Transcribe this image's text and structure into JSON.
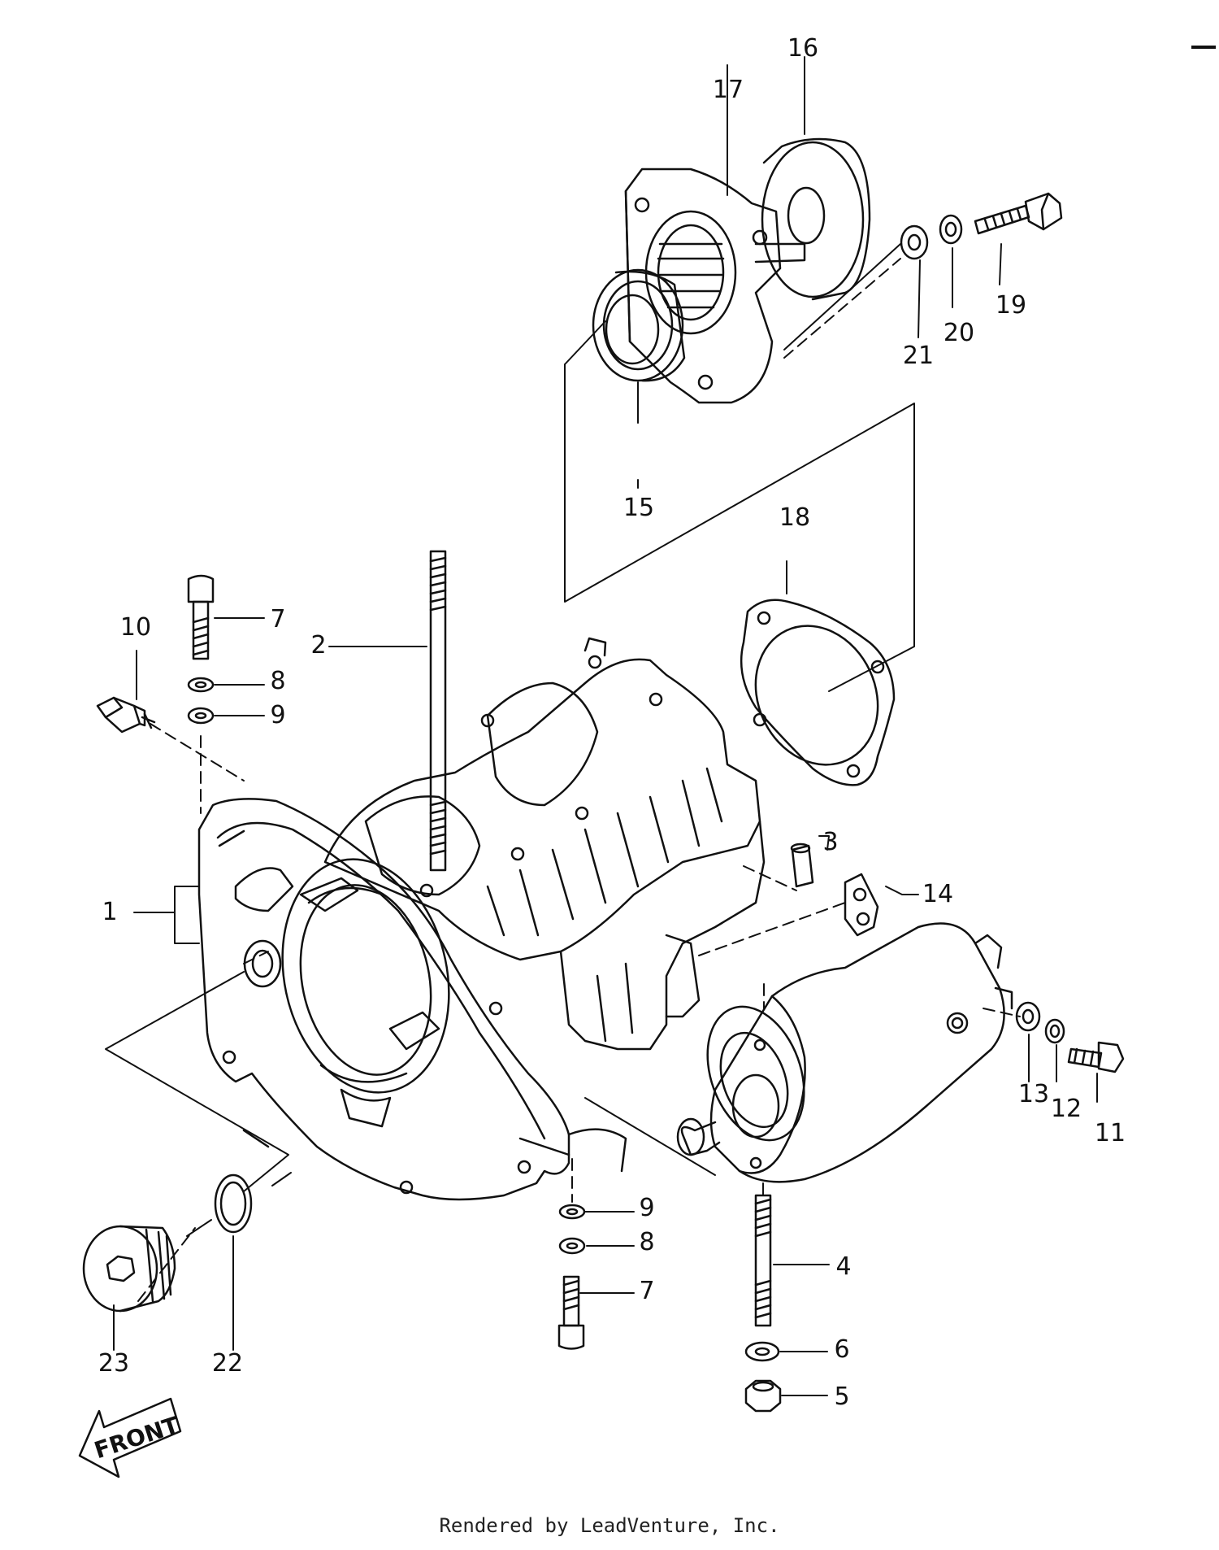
{
  "callouts": [
    {
      "id": "1",
      "text": "1"
    },
    {
      "id": "2",
      "text": "2"
    },
    {
      "id": "3",
      "text": "3"
    },
    {
      "id": "4",
      "text": "4"
    },
    {
      "id": "5",
      "text": "5"
    },
    {
      "id": "6",
      "text": "6"
    },
    {
      "id": "7a",
      "text": "7"
    },
    {
      "id": "7b",
      "text": "7"
    },
    {
      "id": "8a",
      "text": "8"
    },
    {
      "id": "8b",
      "text": "8"
    },
    {
      "id": "9a",
      "text": "9"
    },
    {
      "id": "9b",
      "text": "9"
    },
    {
      "id": "10",
      "text": "10"
    },
    {
      "id": "11",
      "text": "11"
    },
    {
      "id": "12",
      "text": "12"
    },
    {
      "id": "13",
      "text": "13"
    },
    {
      "id": "14",
      "text": "14"
    },
    {
      "id": "15",
      "text": "15"
    },
    {
      "id": "16",
      "text": "16"
    },
    {
      "id": "17",
      "text": "17"
    },
    {
      "id": "18",
      "text": "18"
    },
    {
      "id": "19",
      "text": "19"
    },
    {
      "id": "20",
      "text": "20"
    },
    {
      "id": "21",
      "text": "21"
    },
    {
      "id": "22",
      "text": "22"
    },
    {
      "id": "23",
      "text": "23"
    }
  ],
  "front_label": "FRONT",
  "footer": "Rendered by LeadVenture, Inc."
}
